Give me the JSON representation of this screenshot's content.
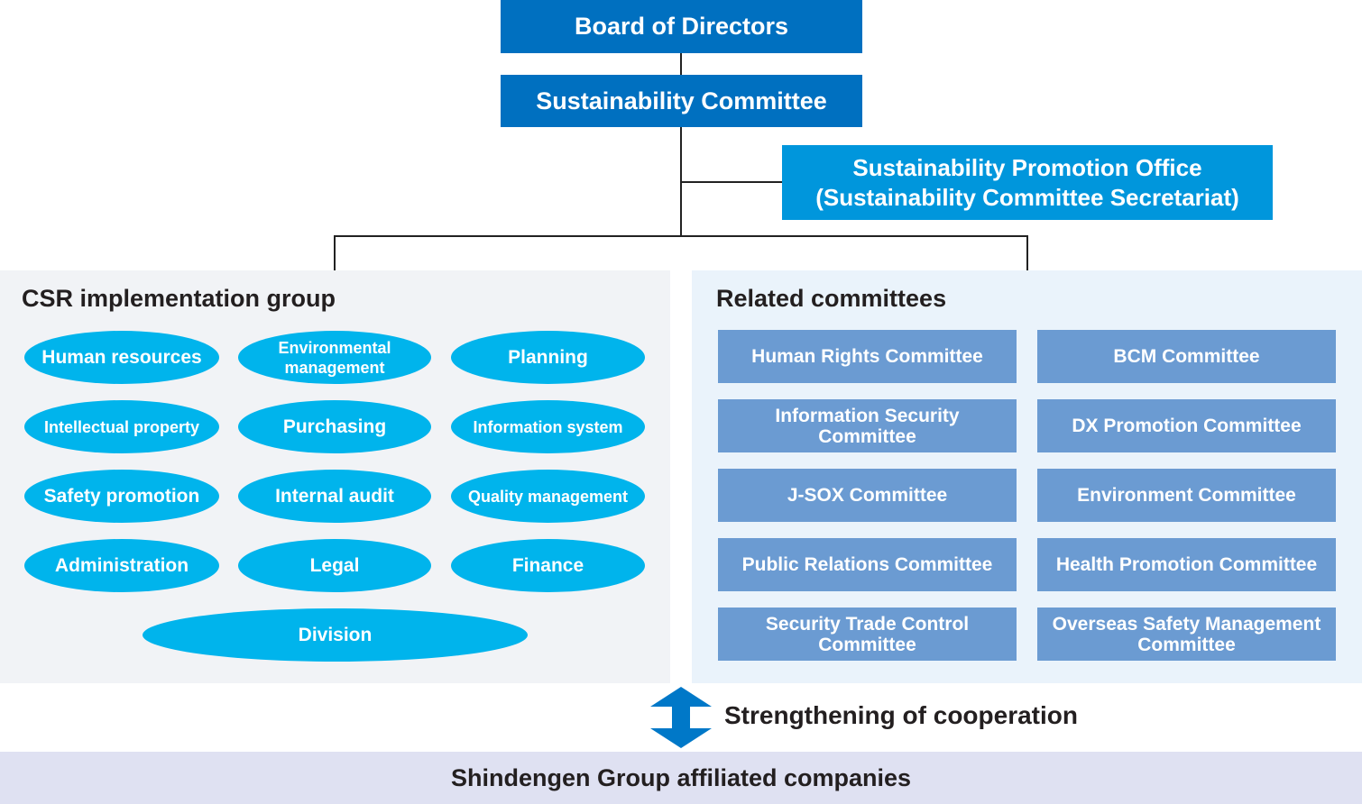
{
  "top": {
    "board": "Board of Directors",
    "committee": "Sustainability Committee",
    "office_line1": "Sustainability Promotion Office",
    "office_line2": "(Sustainability Committee Secretariat)"
  },
  "csr_group": {
    "title": "CSR implementation group",
    "items": [
      {
        "label": "Human resources"
      },
      {
        "label": "Environmental management"
      },
      {
        "label": "Planning"
      },
      {
        "label": "Intellectual property"
      },
      {
        "label": "Purchasing"
      },
      {
        "label": "Information system"
      },
      {
        "label": "Safety promotion"
      },
      {
        "label": "Internal audit"
      },
      {
        "label": "Quality management"
      },
      {
        "label": "Administration"
      },
      {
        "label": "Legal"
      },
      {
        "label": "Finance"
      },
      {
        "label": "Division"
      }
    ]
  },
  "related": {
    "title": "Related committees",
    "items": [
      {
        "label": "Human Rights Committee"
      },
      {
        "label": "BCM Committee"
      },
      {
        "label": "Information Security Committee"
      },
      {
        "label": "DX Promotion Committee"
      },
      {
        "label": "J-SOX Committee"
      },
      {
        "label": "Environment Committee"
      },
      {
        "label": "Public Relations Committee"
      },
      {
        "label": "Health Promotion Committee"
      },
      {
        "label": "Security Trade Control Committee"
      },
      {
        "label": "Overseas Safety Management Committee"
      }
    ]
  },
  "cooperation": "Strengthening of cooperation",
  "footer": "Shindengen Group affiliated companies",
  "colors": {
    "board_blue": "#0070c0",
    "office_blue": "#0096dc",
    "ellipse_cyan": "#00b4ec",
    "committee_blue": "#6b9bd2",
    "arrow_blue": "#0078c8",
    "footer_bg": "#dfe1f2"
  }
}
